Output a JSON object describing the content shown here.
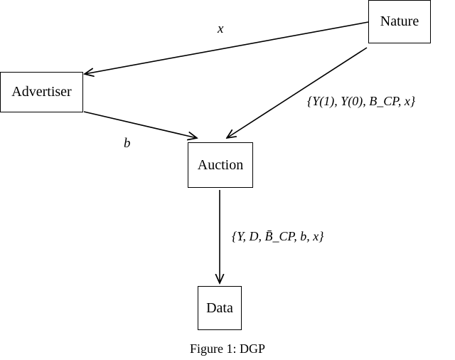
{
  "nodes": {
    "nature": "Nature",
    "advertiser": "Advertiser",
    "auction": "Auction",
    "data": "Data"
  },
  "edges": {
    "nature_to_advertiser": "x",
    "advertiser_to_auction": "b",
    "nature_to_auction": "{Y(1), Y(0), B_CP, x}",
    "auction_to_data": "{Y, D, B̄_CP, b, x}"
  },
  "caption": "Figure 1: DGP"
}
